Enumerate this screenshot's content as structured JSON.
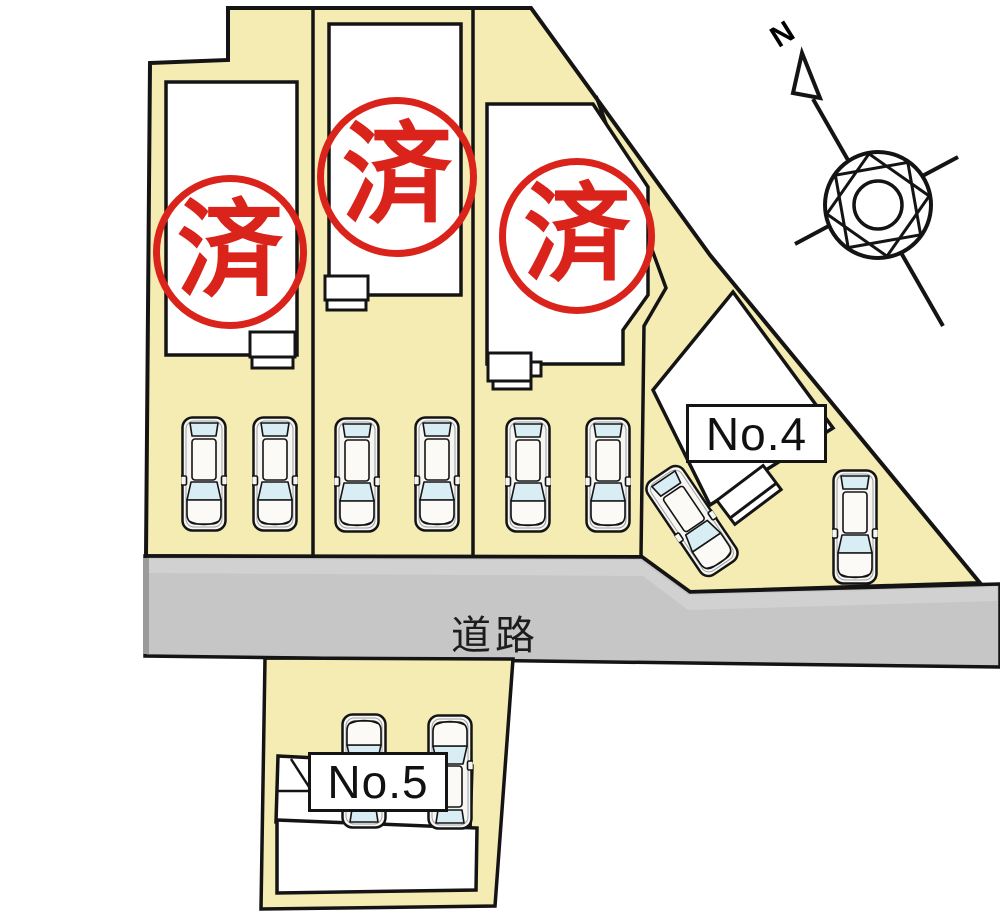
{
  "scene": {
    "type": "residential-site-plan",
    "lot_count": 5,
    "car_count": 10
  },
  "colors": {
    "parcel": "#f4ecb2",
    "road": "#c6c6c6",
    "road_band": "#d2d2d2",
    "road_edge": "#9b9b9b",
    "line": "#141414",
    "glass": "#d8edf4",
    "house": "#ffffff",
    "stamp": "#d9231b"
  },
  "compass": {
    "north_label": "N"
  },
  "road": {
    "label": "道路"
  },
  "labels": {
    "lot4": "No.4",
    "lot5": "No.5"
  },
  "stamps": [
    {
      "label": "済"
    },
    {
      "label": "済"
    },
    {
      "label": "済"
    }
  ]
}
